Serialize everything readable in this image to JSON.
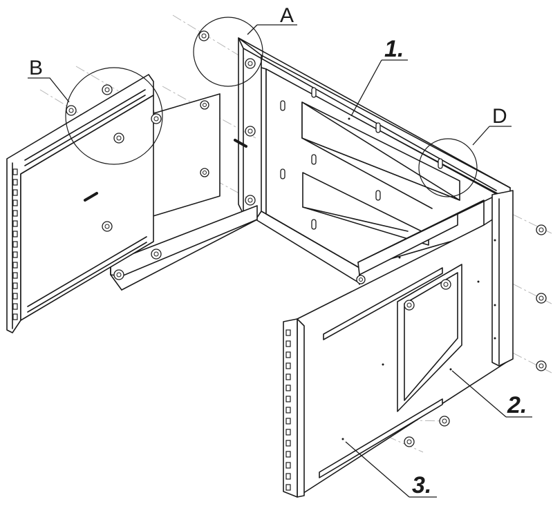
{
  "callouts": {
    "A": "A",
    "B": "B",
    "D": "D"
  },
  "parts": {
    "part1": "1.",
    "part2": "2.",
    "part3": "3."
  }
}
